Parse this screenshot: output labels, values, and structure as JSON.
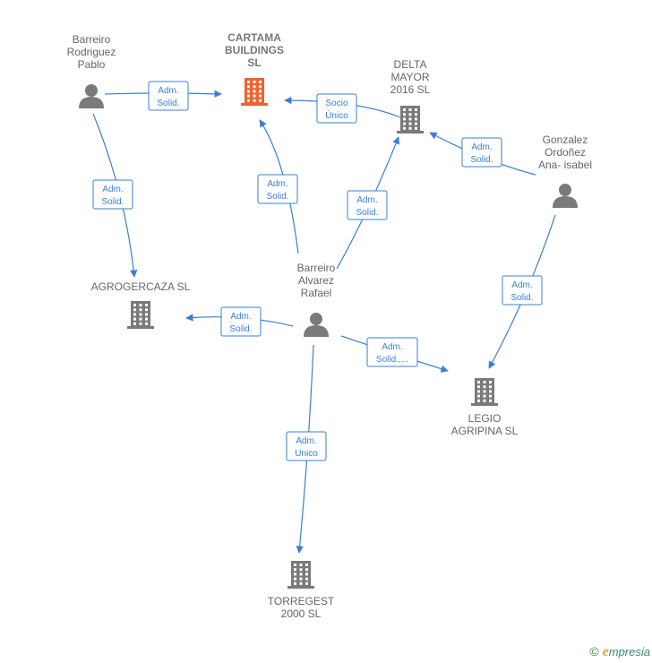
{
  "colors": {
    "edge": "#3b7fd3",
    "company": "#7a7a7a",
    "company_main": "#ef6231",
    "person": "#7a7a7a",
    "label": "#666666"
  },
  "nodes": [
    {
      "id": "cartama",
      "type": "company",
      "main": true,
      "lines": [
        "CARTAMA",
        "BUILDINGS",
        "SL"
      ]
    },
    {
      "id": "delta",
      "type": "company",
      "lines": [
        "DELTA",
        "MAYOR",
        "2016  SL"
      ]
    },
    {
      "id": "agrogercaza",
      "type": "company",
      "lines": [
        "AGROGERCAZA SL"
      ]
    },
    {
      "id": "legio",
      "type": "company",
      "lines": [
        "LEGIO",
        "AGRIPINA  SL"
      ]
    },
    {
      "id": "torregest",
      "type": "company",
      "lines": [
        "TORREGEST",
        "2000  SL"
      ]
    },
    {
      "id": "barreiro_rp",
      "type": "person",
      "lines": [
        "Barreiro",
        "Rodriguez",
        "Pablo"
      ]
    },
    {
      "id": "gonzalez",
      "type": "person",
      "lines": [
        "Gonzalez",
        "Ordoñez",
        "Ana- isabel"
      ]
    },
    {
      "id": "barreiro_ar",
      "type": "person",
      "lines": [
        "Barreiro",
        "Alvarez",
        "Rafael"
      ]
    }
  ],
  "edges": [
    {
      "from": "barreiro_rp",
      "to": "cartama",
      "label": [
        "Adm.",
        "Solid."
      ]
    },
    {
      "from": "delta",
      "to": "cartama",
      "label": [
        "Socio",
        "Único"
      ]
    },
    {
      "from": "barreiro_rp",
      "to": "agrogercaza",
      "label": [
        "Adm.",
        "Solid."
      ]
    },
    {
      "from": "barreiro_ar",
      "to": "cartama",
      "label": [
        "Adm.",
        "Solid."
      ]
    },
    {
      "from": "barreiro_ar",
      "to": "delta",
      "label": [
        "Adm.",
        "Solid."
      ]
    },
    {
      "from": "gonzalez",
      "to": "delta",
      "label": [
        "Adm.",
        "Solid."
      ]
    },
    {
      "from": "gonzalez",
      "to": "legio",
      "label": [
        "Adm.",
        "Solid."
      ]
    },
    {
      "from": "barreiro_ar",
      "to": "agrogercaza",
      "label": [
        "Adm.",
        "Solid."
      ]
    },
    {
      "from": "barreiro_ar",
      "to": "legio",
      "label": [
        "Adm.",
        "Solid.,..."
      ]
    },
    {
      "from": "barreiro_ar",
      "to": "torregest",
      "label": [
        "Adm.",
        "Unico"
      ]
    }
  ],
  "brand": {
    "copyright": "©",
    "first_letter": "e",
    "rest": "mpresia"
  }
}
